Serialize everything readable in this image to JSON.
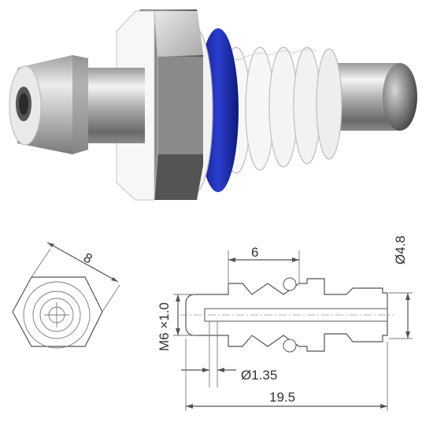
{
  "drawing": {
    "dimensions": {
      "hex_width": "8",
      "outer_diameter": "Ø4.8",
      "thread_length": "6",
      "thread_spec": "M6 ×1.0",
      "bore_diameter": "Ø1.35",
      "overall_length": "19.5"
    },
    "colors": {
      "oring": "#1f2fb0",
      "metal_light": "#e6e6e6",
      "metal_dark": "#6e6e6e",
      "line": "#555555"
    }
  }
}
